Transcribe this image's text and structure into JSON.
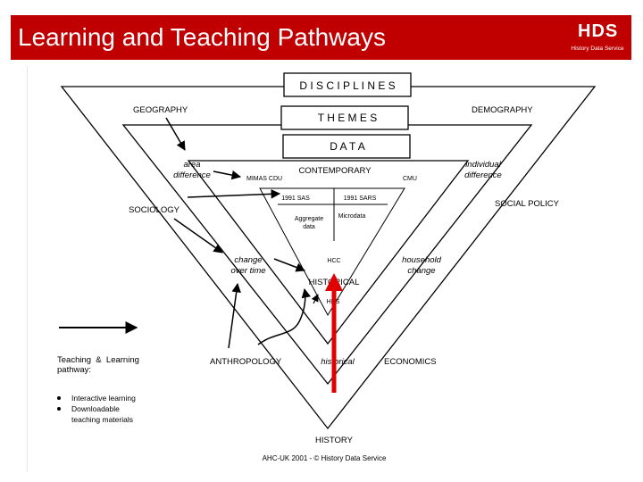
{
  "header": {
    "title": "Learning and Teaching Pathways",
    "logo_letters": "HDS",
    "logo_subtitle": "History Data Service",
    "background_color": "#c00000"
  },
  "diagram": {
    "boxes": {
      "disciplines": "D I S C I P L I N E S",
      "themes": "T H E M E S",
      "data": "D A T A"
    },
    "disciplines": {
      "geography": "GEOGRAPHY",
      "demography": "DEMOGRAPHY",
      "sociology": "SOCIOLOGY",
      "social_policy": "SOCIAL POLICY",
      "anthropology": "ANTHROPOLOGY",
      "economics": "ECONOMICS",
      "history": "HISTORY"
    },
    "themes": {
      "area_difference": [
        "area",
        "difference"
      ],
      "individual_difference": [
        "individual",
        "difference"
      ],
      "change_over_time": [
        "change",
        "over time"
      ],
      "household_change": [
        "household",
        "change"
      ],
      "historical_italic": "historical"
    },
    "data_level": {
      "contemporary": "CONTEMPORARY",
      "mimas_cdu": "MIMAS CDU",
      "cmu": "CMU",
      "sas_1991": "1991 SAS",
      "sars_1991": "1991 SARS",
      "aggregate_data": [
        "Aggregate",
        "data"
      ],
      "microdata": "Microdata",
      "hcc": "HCC",
      "historical": "HISTORICAL",
      "hds": "HDS"
    },
    "legend": {
      "pathway_label": [
        "Teaching  &  Learning",
        "pathway:"
      ],
      "bullets": [
        "Interactive learning",
        "Downloadable",
        "teaching materials"
      ]
    },
    "footer": "AHC-UK 2001 - © History Data Service",
    "colors": {
      "highlight_arrow": "#e00000",
      "lines": "#000000"
    }
  }
}
